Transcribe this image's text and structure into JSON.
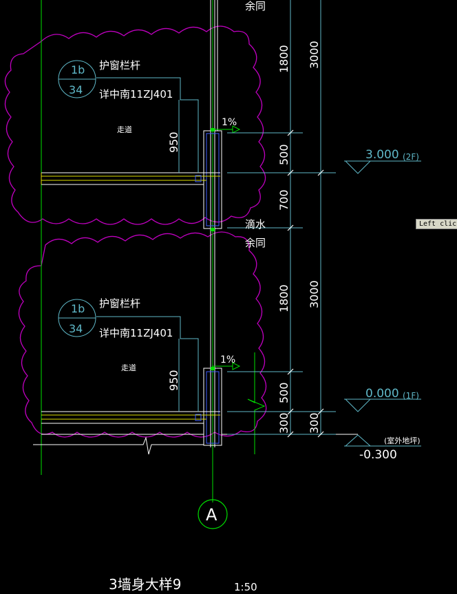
{
  "colors": {
    "background": "#000000",
    "cloud": "#c000c0",
    "white": "#ffffff",
    "cyan": "#5fb8c8",
    "green": "#00e000",
    "yellow": "#e0e000",
    "blue": "#4060ff"
  },
  "upper": {
    "railing_label": "护窗栏杆",
    "detail_top": "1b",
    "detail_bottom": "34",
    "detail_ref": "详中南11ZJ401",
    "corridor": "走道",
    "dim_950": "950",
    "slope": "1%",
    "drip": "滴水",
    "rest_same_top": "余同",
    "rest_same_mid": "余同"
  },
  "lower": {
    "railing_label": "护窗栏杆",
    "detail_top": "1b",
    "detail_bottom": "34",
    "detail_ref": "详中南11ZJ401",
    "corridor": "走道",
    "dim_950": "950",
    "slope": "1%"
  },
  "dims_inner": {
    "d1": "1800",
    "d2": "500",
    "d3": "700",
    "d4": "1800",
    "d5": "500",
    "d6": "300"
  },
  "dims_outer": {
    "d1": "3000",
    "d2": "3000",
    "d3": "300"
  },
  "levels": {
    "l2_value": "3.000",
    "l2_floor": "(2F)",
    "l1_value": "0.000",
    "l1_floor": "(1F)",
    "ground_label": "(室外地坪)",
    "ground_value": "-0.300"
  },
  "axis_label": "A",
  "title": "3墙身大样9",
  "scale": "1:50",
  "tooltip": "Left clic"
}
